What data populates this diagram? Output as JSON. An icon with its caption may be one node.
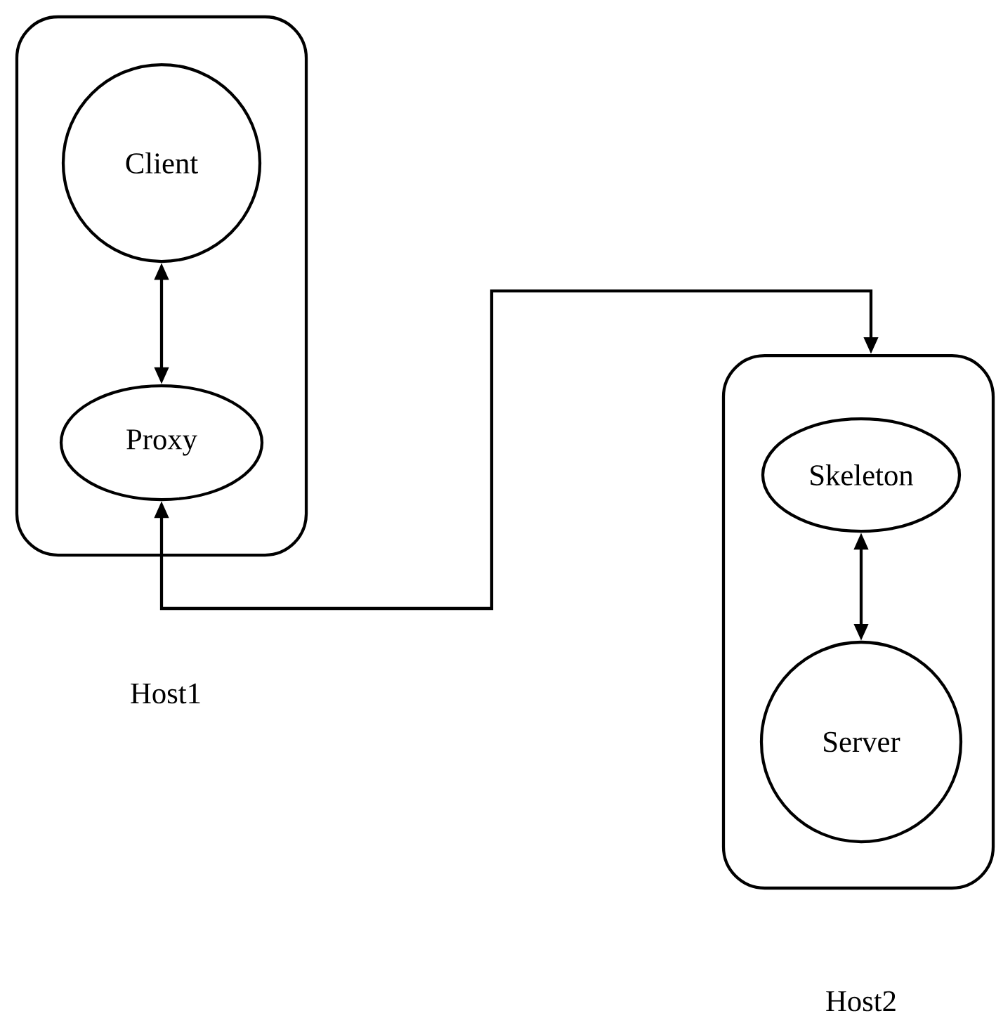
{
  "diagram": {
    "nodes": [
      {
        "text": [
          "Host1"
        ]
      },
      {
        "text": [
          "Client"
        ],
        "in": 0
      },
      {
        "text": [
          "Proxy"
        ],
        "in": 0
      },
      {
        "text": [
          "Host2"
        ]
      },
      {
        "text": [
          "Skeleton"
        ],
        "in": 3
      },
      {
        "text": [
          "Server"
        ],
        "in": 3
      }
    ],
    "edges": [
      {
        "from": 1,
        "to": 2,
        "arrow": "both"
      },
      {
        "from": 2,
        "to": 3,
        "arrow": "both"
      },
      {
        "from": 4,
        "to": 5,
        "arrow": "both"
      }
    ]
  }
}
